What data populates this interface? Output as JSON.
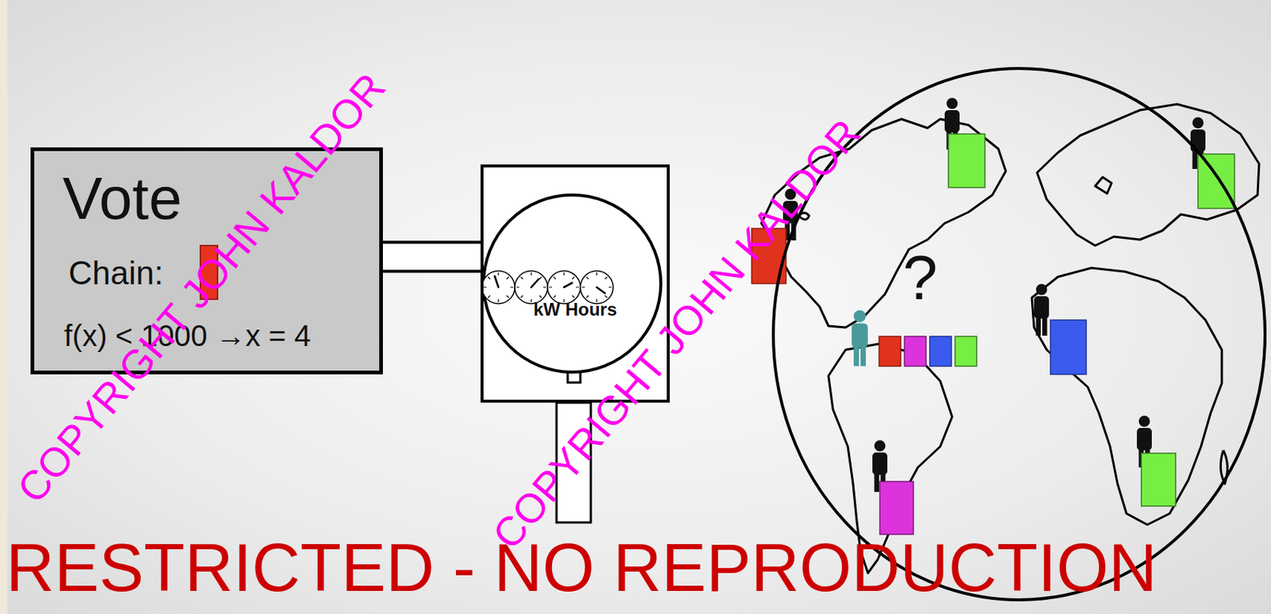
{
  "diagram": {
    "nodes": [
      {
        "text": [
          "Vote",
          "Chain:",
          "f(x) < 1000 →x = 4"
        ]
      },
      {
        "text": [
          "kW Hours"
        ]
      },
      {
        "text": [
          "?"
        ]
      }
    ],
    "edges": [
      {
        "from": 0,
        "to": 1,
        "arrow": "none"
      }
    ],
    "labels": [
      "COPYRIGHT JOHN KALDOR",
      "COPYRIGHT JOHN KALDOR",
      "RESTRICTED - NO REPRODUCTION"
    ]
  }
}
